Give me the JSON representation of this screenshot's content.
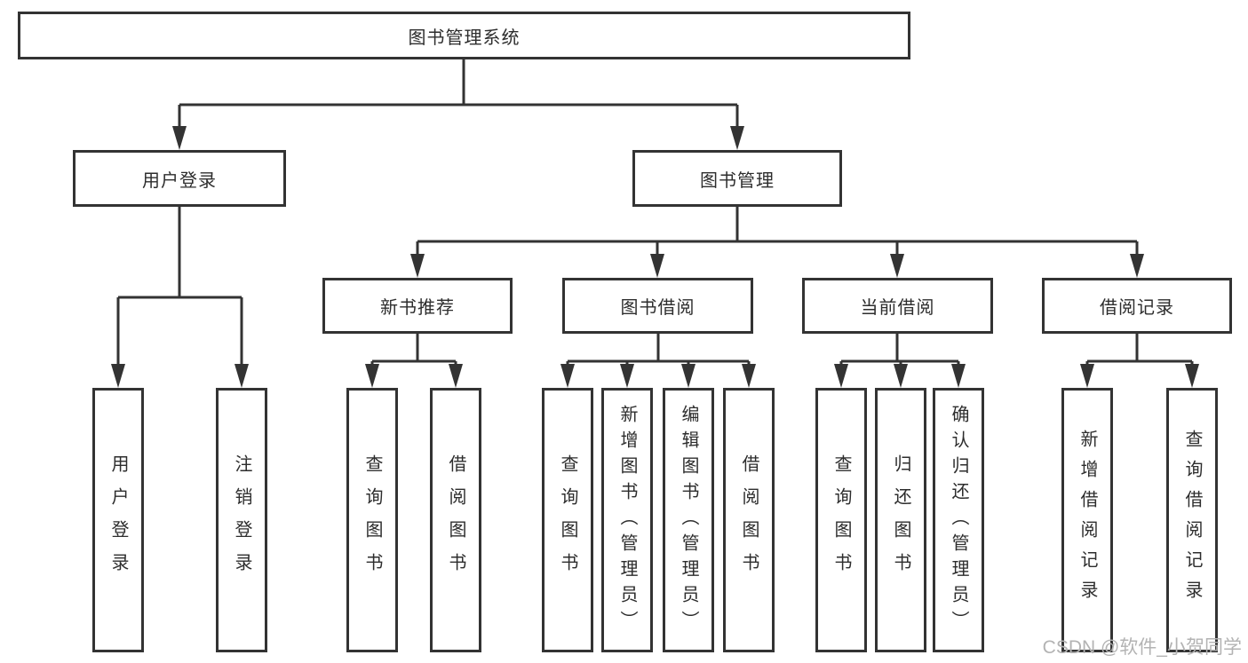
{
  "diagram_title": "图书管理系统",
  "watermark": "CSDN @软件_小贺同学",
  "colors": {
    "line": "#333333",
    "box_border": "#333333",
    "text": "#2d2d2d",
    "watermark": "#b3b3b3",
    "background": "#ffffff"
  },
  "tree": {
    "label": "图书管理系统",
    "children": [
      {
        "label": "用户登录",
        "children": [
          {
            "label": "用户登录"
          },
          {
            "label": "注销登录"
          }
        ]
      },
      {
        "label": "图书管理",
        "children": [
          {
            "label": "新书推荐",
            "children": [
              {
                "label": "查询图书"
              },
              {
                "label": "借阅图书"
              }
            ]
          },
          {
            "label": "图书借阅",
            "children": [
              {
                "label": "查询图书"
              },
              {
                "label": "新增图书（管理员）"
              },
              {
                "label": "编辑图书（管理员）"
              },
              {
                "label": "借阅图书"
              }
            ]
          },
          {
            "label": "当前借阅",
            "children": [
              {
                "label": "查询图书"
              },
              {
                "label": "归还图书"
              },
              {
                "label": "确认归还（管理员）"
              }
            ]
          },
          {
            "label": "借阅记录",
            "children": [
              {
                "label": "新增借阅记录"
              },
              {
                "label": "查询借阅记录"
              }
            ]
          }
        ]
      }
    ]
  }
}
